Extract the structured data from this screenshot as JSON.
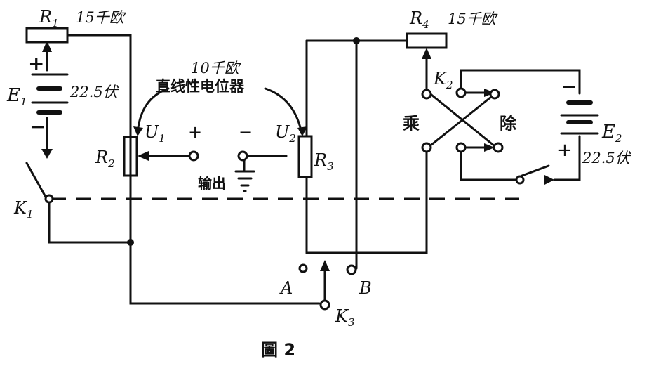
{
  "labels": {
    "R1": "R",
    "R1_sub": "1",
    "R1_value": "15千欧",
    "R2": "R",
    "R2_sub": "2",
    "R3": "R",
    "R3_sub": "3",
    "R4": "R",
    "R4_sub": "4",
    "R4_value": "15千欧",
    "E1": "E",
    "E1_sub": "1",
    "E1_value": "22.5伏",
    "E2": "E",
    "E2_sub": "2",
    "E2_value": "22.5伏",
    "K1": "K",
    "K1_sub": "1",
    "K2": "K",
    "K2_sub": "2",
    "K3": "K",
    "K3_sub": "3",
    "U1": "U",
    "U1_sub": "1",
    "U2": "U",
    "U2_sub": "2",
    "pot_value": "10千欧",
    "pot_desc": "直线性电位器",
    "plus": "+",
    "minus": "−",
    "e1_plus": "+",
    "e1_minus": "−",
    "e2_plus": "+",
    "e2_minus": "−",
    "output": "输出",
    "multiply": "乘",
    "divide": "除",
    "A": "A",
    "B": "B",
    "caption": "圖  2"
  }
}
